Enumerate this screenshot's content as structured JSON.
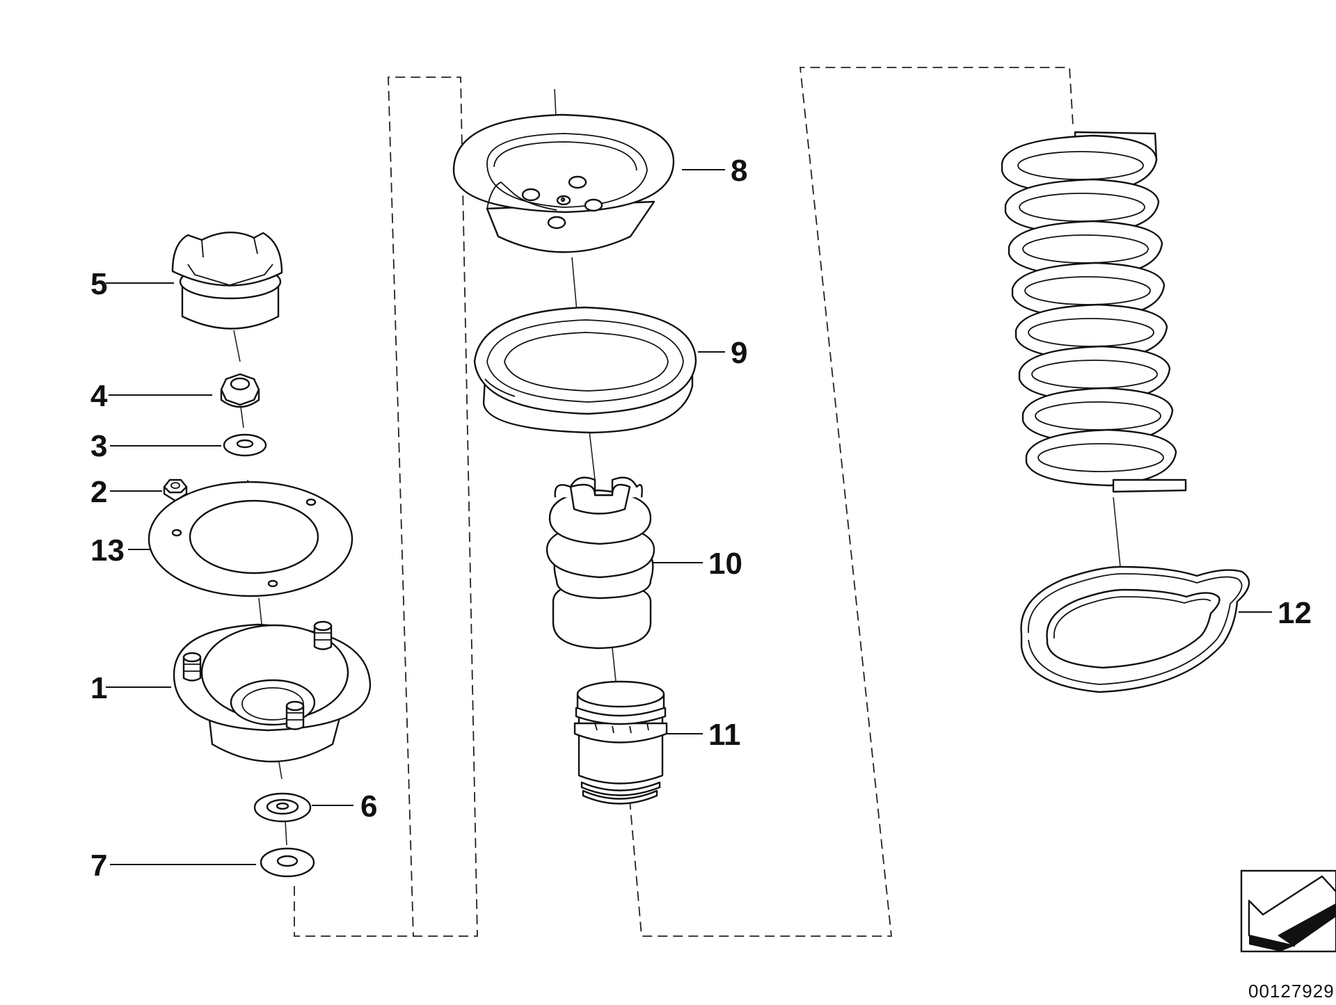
{
  "diagram": {
    "callouts": [
      {
        "id": "1",
        "label": "1"
      },
      {
        "id": "2",
        "label": "2"
      },
      {
        "id": "3",
        "label": "3"
      },
      {
        "id": "4",
        "label": "4"
      },
      {
        "id": "5",
        "label": "5"
      },
      {
        "id": "6",
        "label": "6"
      },
      {
        "id": "7",
        "label": "7"
      },
      {
        "id": "8",
        "label": "8"
      },
      {
        "id": "9",
        "label": "9"
      },
      {
        "id": "10",
        "label": "10"
      },
      {
        "id": "11",
        "label": "11"
      },
      {
        "id": "12",
        "label": "12"
      },
      {
        "id": "13",
        "label": "13"
      }
    ],
    "reference_number": "00127929",
    "orientation_icon": "direction-arrow-icon"
  }
}
